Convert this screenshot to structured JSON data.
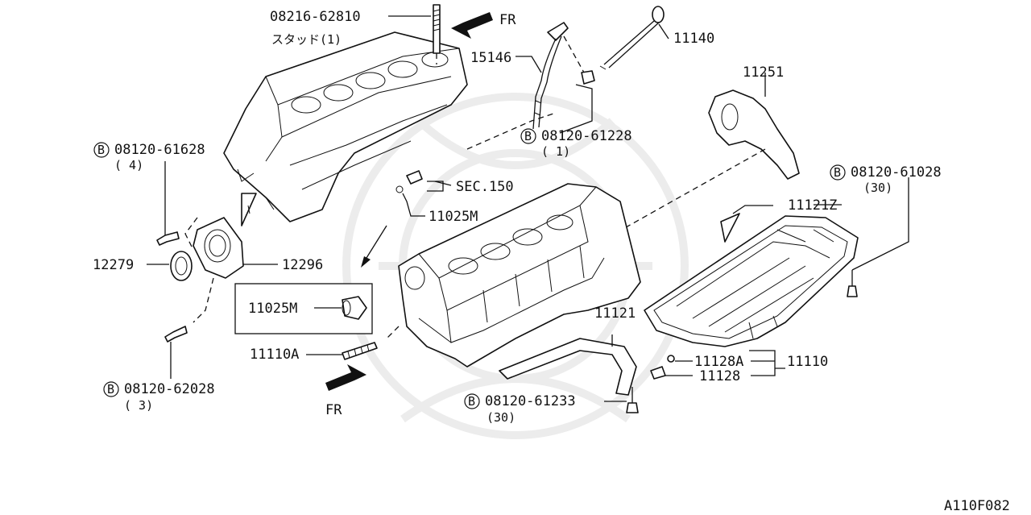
{
  "diagram_code": "A110F082",
  "fr_top": "FR",
  "fr_bottom": "FR",
  "labels": {
    "stud_part": "08216-62810",
    "stud_desc": "スタッド(1)",
    "p15146": "15146",
    "p11140": "11140",
    "p11251": "11251",
    "bolt_61228": "08120-61228",
    "bolt_61228_qty": "( 1)",
    "bolt_61628": "08120-61628",
    "bolt_61628_qty": "( 4)",
    "sec150": "SEC.150",
    "p11025m_top": "11025M",
    "p11121z": "11121Z",
    "bolt_61028": "08120-61028",
    "bolt_61028_qty": "(30)",
    "p12279": "12279",
    "p12296": "12296",
    "p11025m_box": "11025M",
    "p11121": "11121",
    "p11110a": "11110A",
    "p11128a": "11128A",
    "p11128": "11128",
    "p11110": "11110",
    "bolt_62028": "08120-62028",
    "bolt_62028_qty": "( 3)",
    "bolt_61233": "08120-61233",
    "bolt_61233_qty": "(30)"
  },
  "bolt_marker": "B"
}
